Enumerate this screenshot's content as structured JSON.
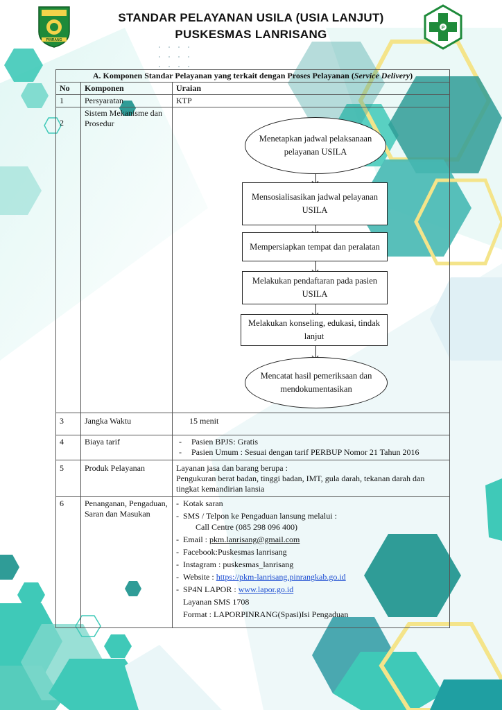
{
  "header": {
    "title_line1": "STANDAR PELAYANAN USILA (USIA LANJUT)",
    "title_line2": "PUSKESMAS LANRISANG",
    "left_logo_text": "PINRANG",
    "right_logo_letter": "P"
  },
  "colors": {
    "teal": "#3fc9b8",
    "dark_teal": "#2f9c97",
    "yellow": "#f4e48a",
    "green": "#1e8a3a"
  },
  "table": {
    "section_prefix": "A.  Komponen Standar Pelayanan yang terkait dengan Proses Pelayanan (",
    "section_italic": "Service Delivery",
    "section_suffix": ")",
    "col_no": "No",
    "col_component": "Komponen",
    "col_desc": "Uraian",
    "rows": [
      {
        "no": "1",
        "component": "Persyaratan",
        "desc": "KTP"
      },
      {
        "no": "2",
        "component": "Sistem Mekanisme dan Prosedur"
      },
      {
        "no": "3",
        "component": "Jangka Waktu",
        "desc": "15 menit"
      },
      {
        "no": "4",
        "component": "Biaya tarif",
        "items": [
          "Pasien BPJS: Gratis",
          "Pasien Umum : Sesuai dengan tarif PERBUP Nomor 21 Tahun 2016"
        ]
      },
      {
        "no": "5",
        "component": "Produk Pelayanan",
        "desc": "Layanan jasa dan barang berupa :",
        "desc2": "Pengukuran berat badan, tinggi badan, IMT, gula darah, tekanan darah dan tingkat kemandirian lansia"
      },
      {
        "no": "6",
        "component": "Penanganan, Pengaduan, Saran dan Masukan"
      }
    ]
  },
  "flow": {
    "steps": [
      "Menetapkan jadwal pelaksanaan pelayanan USILA",
      "Mensosialisasikan jadwal pelayanan USILA",
      "Mempersiapkan tempat dan peralatan",
      "Melakukan pendaftaran pada pasien USILA",
      "Melakukan konseling, edukasi, tindak lanjut",
      "Mencatat hasil pemeriksaan dan mendokumentasikan"
    ]
  },
  "contact": {
    "kotak": "Kotak saran",
    "sms": "SMS / Telpon ke Pengaduan lansung melalui :",
    "callcentre": "Call Centre  (085 298 096 400)",
    "email_label": "Email : ",
    "email": "pkm.lanrisang@gmail.com",
    "facebook": "Facebook:Puskesmas lanrisang",
    "instagram": "Instagram : puskesmas_lanrisang",
    "website_label": "Website : ",
    "website": "https://pkm-lanrisang.pinrangkab.go.id",
    "lapor_label": "SP4N LAPOR : ",
    "lapor": "www.lapor.go.id",
    "sms_line": "Layanan SMS 1708",
    "format_line": "Format : LAPORPINRANG(Spasi)Isi Pengaduan"
  }
}
